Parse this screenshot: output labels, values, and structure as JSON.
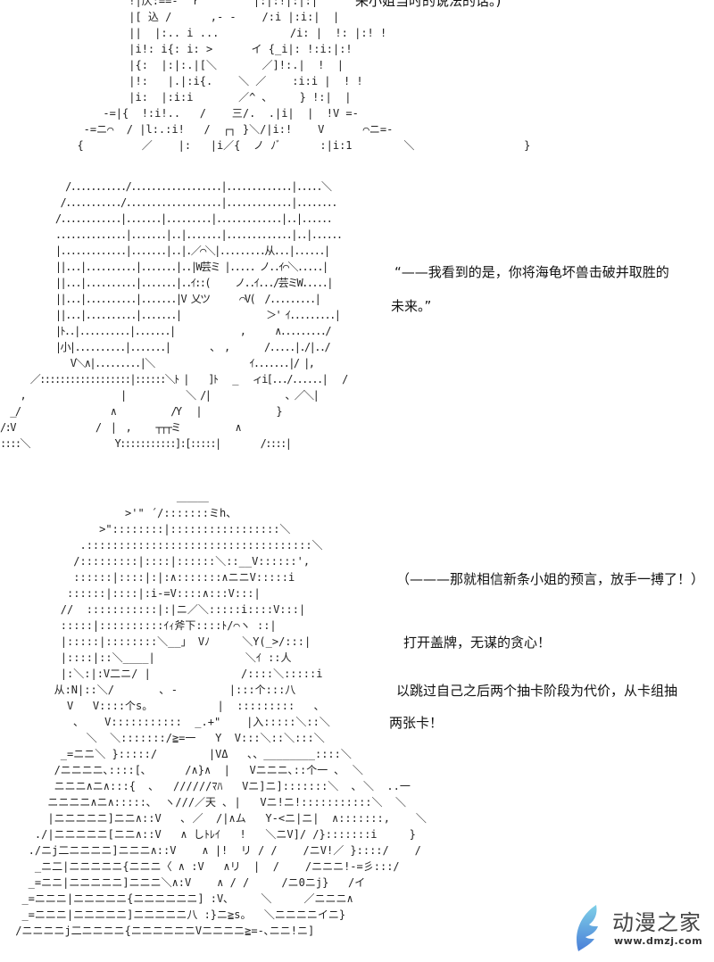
{
  "panel1": {
    "caption": "来小姐当时的说法的话。)",
    "art": "          !|仄:==-  ｒ        |:|:!|:|:|\n          |[ 込 /      ,- -    /:i |:i:|  |\n          ||  |:.. i ...           /i: |  !: |:! !\n          |i!: i{: i: >      イ {_i|: !:i:|:!\n          |{:  |:|:.|[＼       ／]!:.|  !  |\n          |!:   |.|:i{.    ＼ ／    :i:i |  ! !\n          |i:  |:i:i       ／^ ､     } !:|  |\n      -=|{  !:i!..   /    三/.  .|i|  |  !V =-\n   -=ニ⌒  / |l:.:i!   /  ┌┐ }＼/|i:!    V      ⌒ニ=-\n  {         ／    |:   |i／{  ノ ﾉﾞ      :|i:1        ＼                 }"
  },
  "panel2": {
    "dialogue": [
      "“——我看到的是，你将海龟坏兽击破并取胜的",
      "未来。”"
    ],
    "art": "             /.........../..................|.............|.....＼\n            /.........../...................|.............|........\n           /............|.......|.........|.............|..|......\n           ..............|.......|..|.......|.............|..|......\n           |.............|.......|..|.／⌒＼|.........从...|......|\n           ||...|..........|.......|..|W芸ミ |..... ノ..ｲ⌒＼.....|\n           ||...|..........|.......|..ｲ::(     ノ..ｲ.../芸ミW.....|\n           ||...|..........|.......|V 乂ツ      ⌒V(  /.........|\n           ||...|..........|.......|                 ＞' ｲ.........|\n           |ﾄ..|..........|.......|             ,      ∧........./\n           |小|..........|.......|        ､  ,       /.....|./|../\n              V＼∧|.........|＼                   ｲ.......|/ |,\n      ／::::::::::::::::::|::::::＼ﾄ |    ]ﾄ   _   ィi[.../......|   /\n    ,                   |            ＼ /|               ､ ／＼|\n  _/                  ∧           /Y   |               }\n/:V                /  |  ,     ┬┬┬ミ           ∧\n::::＼                 Y:::::::::::]:[:::::|        /::::|"
  },
  "panel3": {
    "dialogue": [
      "（———那就相信新条小姐的预言，放手一搏了！）",
      "打开盖牌，无谋的贪心！",
      "以跳过自己之后两个抽卡阶段为代价，从卡组抽",
      "两张卡！"
    ],
    "art": "                          ＿＿＿\n                  >'\" ´/:::::::ミh、\n              >\"::::::::|:::::::::::::::::＼\n           .:::::::::::::::::::::::::::::::::::＼\n          /:::::::::|::::|::::::＼::__V::::::',\n          ::::::|::::|:|:∧:::::::∧ニニV:::::i\n         ::::::|::::|:i-=V::::∧:::V:::|\n        //  :::::::::::|:|ニ／＼:::::i::::V:::|\n        :::::|::::::::::ｲｨ斧下::::ﾄ/⌒ヽ ::|\n        |:::::|::::::::＼__」 Vﾉ     ＼Y(_>/:::|\n        |::::|::＼____|              ＼ｲ ::人\n        |:＼:|:V二ニ/ |              /::::＼:::::i\n       从:N|::＼/       ､ -        |:::个:::八\n         V   V::::个s。          |  :::::::::   ､\n          ､    V:::::::::::  _.+\"    |入:::::＼::＼\n            ＼  ＼:::::::/≧=一   Y  V:::＼::＼:::＼\n        _=ニニ＼ }:::::/        |VΔ   ､、________::::＼\n       /ニニニニ､::::[､      /∧}∧  |   Vニニニ､::个一 ､  ＼\n       ニニニ∧ニ∧:::{  ､   //////ﾏﾊ   Vニ]ニ]:::::::＼  ､ ＼  ..一\n      ニニニニ∧ニ∧:::::､  ヽ///／天 ､ |   Vニ!ニ!:::::::::::＼  ＼\n      |ニニニニニ]ニニ∧::V   ､ ／  /|∧ム   Y-<ニ|ニ|  ∧:::::::,    ＼\n    ./|ニニニニニ[ニニ∧::V   ∧ しﾄﾚｲ   !   ＼ニV]/ /}:::::::i     }\n   ./ニj二ニニニニ]ニニニ∧::V    ∧ |!  リ / /    /ニV!／ }::::/    /\n    _ニ二|ニニニニニ{ニニニ〈 ∧ :V   ∧リ  |  /    /ニニニ!-=彡:::/\n   _=ニニ|ニニニニニ]ニニニ＼∧:V    ∧ / /     /ニ0ニj}   /イ\n  _=ニニニ|ニニニニニ{ニニニニニニ] :V､     ＼     ／ニニニ∧\n  _=ニニニ|ニニニニニ]ニニニニニ八 :}ニ≧s。  ＼ニニニニイニ}\n /ニニニニj二ニニニニ{ニニニニニニVニニニニ≧=-､ニニ!ニ]"
  },
  "logo": {
    "name": "动漫之家",
    "url": "www.dmzj.com"
  },
  "colors": {
    "logo_wing_light": "#7fd0e8",
    "logo_wing_dark": "#4a7fd8"
  }
}
